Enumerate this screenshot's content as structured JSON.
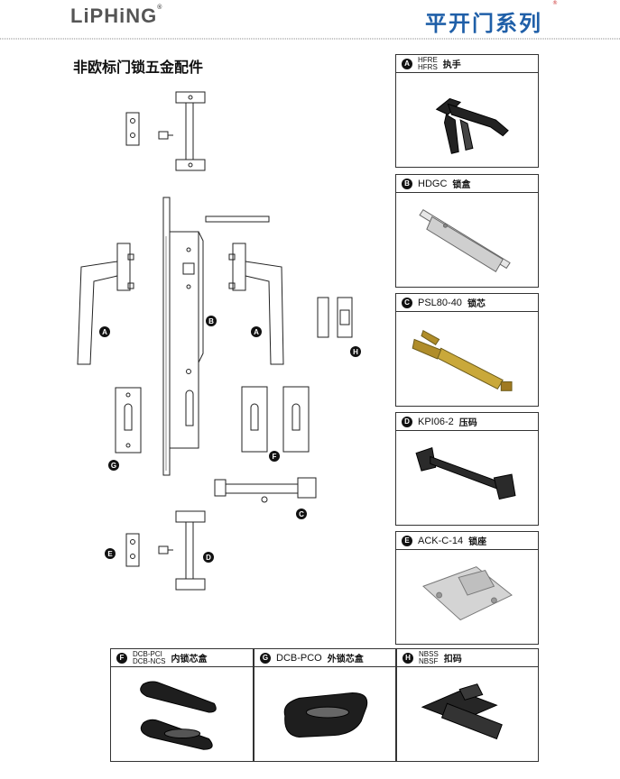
{
  "header": {
    "brand": "LiPHiNG",
    "brand_mark": "®",
    "series": "平开门系列",
    "series_mark": "®"
  },
  "section_title": "非欧标门锁五金配件",
  "diagram_labels": {
    "a_left": "A",
    "a_right": "A",
    "b": "B",
    "c": "C",
    "d": "D",
    "e": "E",
    "f": "F",
    "g": "G",
    "h": "H"
  },
  "panels": [
    {
      "letter": "A",
      "codes": [
        "HFRE",
        "HFRS"
      ],
      "name": "执手"
    },
    {
      "letter": "B",
      "code": "HDGC",
      "name": "锁盒"
    },
    {
      "letter": "C",
      "code": "PSL80-40",
      "name": "锁芯"
    },
    {
      "letter": "D",
      "code": "KPI06-2",
      "name": "压码"
    },
    {
      "letter": "E",
      "code": "ACK-C-14",
      "name": "锁座"
    },
    {
      "letter": "F",
      "codes": [
        "DCB-PCI",
        "DCB-NCS"
      ],
      "name": "内锁芯盒"
    },
    {
      "letter": "G",
      "code": "DCB-PCO",
      "name": "外锁芯盒"
    },
    {
      "letter": "H",
      "codes": [
        "NBSS",
        "NBSF"
      ],
      "name": "扣码"
    }
  ],
  "colors": {
    "brand_grey": "#555555",
    "series_blue": "#1f5fa8",
    "accent_red": "#cc3333",
    "line": "#333333"
  }
}
